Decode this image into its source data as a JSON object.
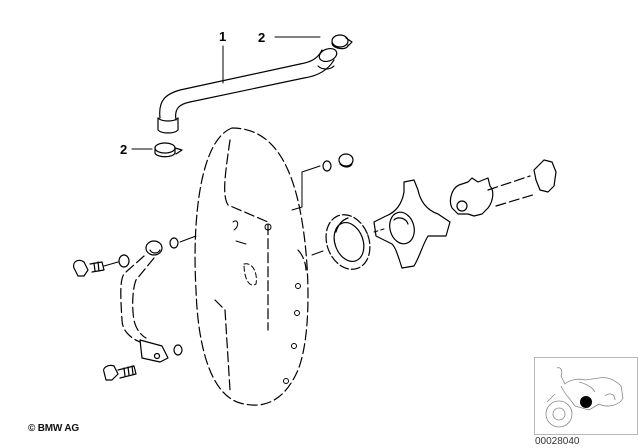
{
  "diagram": {
    "type": "exploded-parts-diagram",
    "callouts": [
      {
        "number": "1",
        "part": "breather-hose"
      },
      {
        "number": "2",
        "part": "hose-clamp-upper"
      },
      {
        "number": "2",
        "part": "hose-clamp-lower"
      }
    ],
    "copyright": "© BMW AG",
    "document_number": "00028040",
    "colors": {
      "line": "#000000",
      "background": "#ffffff",
      "thumbnail_border": "#b8b8b8",
      "marker": "#000000"
    }
  }
}
